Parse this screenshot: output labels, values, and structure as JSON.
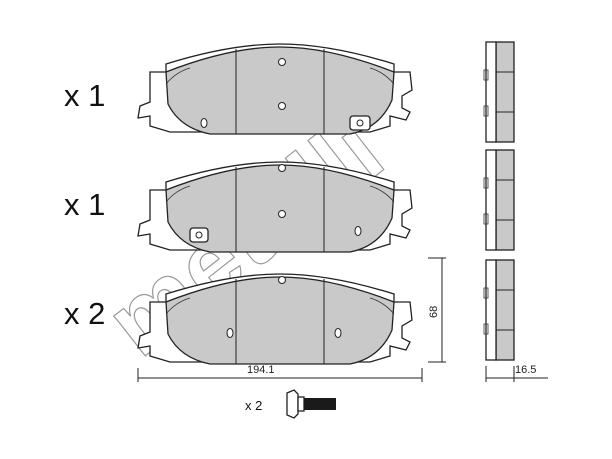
{
  "watermark": "metelli",
  "pads": [
    {
      "quantity": "x 1"
    },
    {
      "quantity": "x 1"
    },
    {
      "quantity": "x 2"
    }
  ],
  "dimensions": {
    "width": "194.1",
    "height": "68",
    "thickness": "16.5"
  },
  "bolt": {
    "quantity": "x 2"
  },
  "colors": {
    "pad_fill": "#c9c9c9",
    "outline": "#222222",
    "watermark": "#9a9a9a",
    "bolt_shank": "#1a1a1a"
  }
}
